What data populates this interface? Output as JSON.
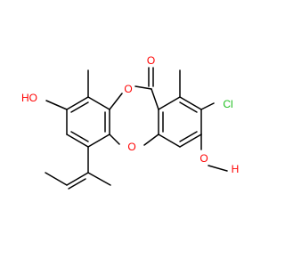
{
  "colors": {
    "bond": "#000000",
    "oxygen": "#ff0000",
    "chlorine": "#1fbf1f",
    "background": "#ffffff"
  },
  "atoms": {
    "o_carbonyl": "O",
    "o_ring_top": "O",
    "o_ring_bottom": "O",
    "oh_left": "HO",
    "cl": "Cl",
    "oh_right_o": "O",
    "oh_right_h": "H"
  }
}
